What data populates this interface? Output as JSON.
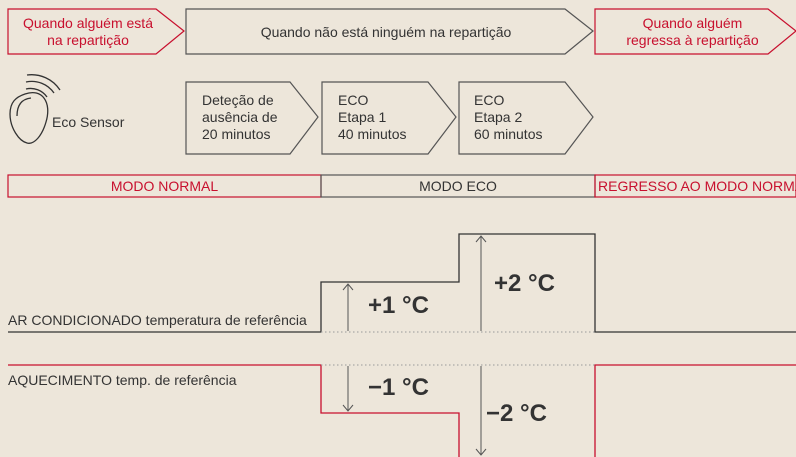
{
  "colors": {
    "background": "#ede6da",
    "accent": "#c8102e",
    "line": "#333333",
    "dotted": "#999999"
  },
  "phases": {
    "someone_present": "Quando alguém está\nna repartição",
    "nobody_present": "Quando não está ninguém na repartição",
    "someone_returns": "Quando alguém\nregressa à repartição"
  },
  "sensor": {
    "icon": "eco-sensor-icon",
    "label": "Eco Sensor"
  },
  "steps": [
    {
      "label": "Deteção de\nausência de\n20 minutos"
    },
    {
      "label": "ECO\nEtapa 1\n40 minutos"
    },
    {
      "label": "ECO\nEtapa 2\n60 minutos"
    }
  ],
  "modes": {
    "normal": "MODO NORMAL",
    "eco": "MODO ECO",
    "return_normal": "REGRESSO AO MODO NORMAL"
  },
  "cooling": {
    "label": "AR CONDICIONADO temperatura de referência",
    "step1": "+1 °C",
    "step2": "+2 °C"
  },
  "heating": {
    "label": "AQUECIMENTO temp. de referência",
    "step1": "−1 °C",
    "step2": "−2 °C"
  }
}
